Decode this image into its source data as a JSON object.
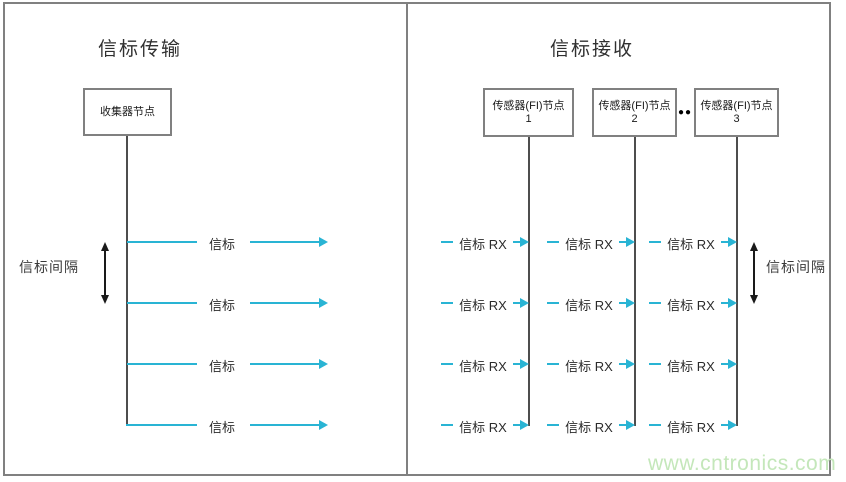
{
  "left_panel": {
    "title": "信标传输",
    "node_label": "收集器节点",
    "beacon_label": "信标",
    "interval_label": "信标间隔",
    "row_count": 4
  },
  "right_panel": {
    "title": "信标接收",
    "nodes": [
      {
        "label": "传感器(FI)节点",
        "number": "1"
      },
      {
        "label": "传感器(FI)节点",
        "number": "2"
      },
      {
        "label": "传感器(FI)节点",
        "number": "3"
      }
    ],
    "ellipsis": "●●",
    "beacon_rx_label": "信标 RX",
    "interval_label": "信标间隔",
    "row_count": 4
  },
  "watermark": "www.cntronics.com",
  "colors": {
    "accent_cyan": "#29b4d4",
    "border_gray": "#808080",
    "line_dark": "#4d4d4d",
    "watermark_green": "#c4e7ba"
  }
}
